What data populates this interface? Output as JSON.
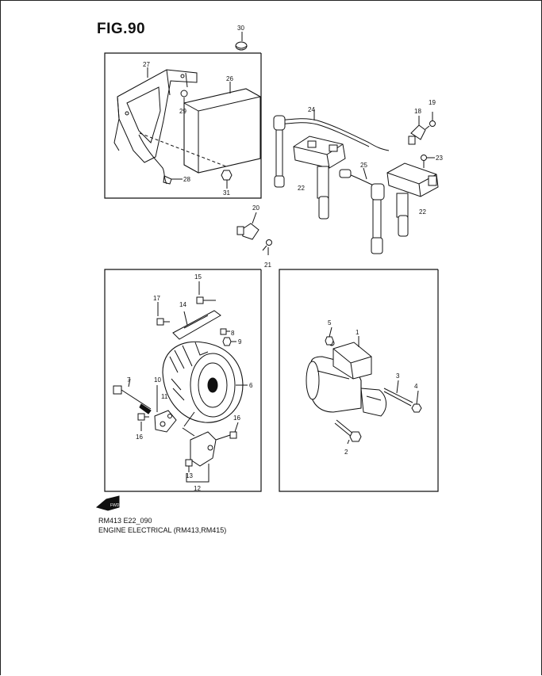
{
  "figure": {
    "title": "FIG.90",
    "model_code": "RM413 E22_090",
    "description": "ENGINE ELECTRICAL (RM413,RM415)",
    "fwd_label": "FWD"
  },
  "callouts": {
    "c1": "1",
    "c2": "2",
    "c3": "3",
    "c4": "4",
    "c5": "5",
    "c6": "6",
    "c7": "7",
    "c8": "8",
    "c9": "9",
    "c10": "10",
    "c11": "11",
    "c12": "12",
    "c13": "13",
    "c14": "14",
    "c15": "15",
    "c16a": "16",
    "c16b": "16",
    "c17": "17",
    "c18": "18",
    "c19": "19",
    "c20": "20",
    "c21": "21",
    "c22a": "22",
    "c22b": "22",
    "c23": "23",
    "c24": "24",
    "c25": "25",
    "c26": "26",
    "c27": "27",
    "c28": "28",
    "c29": "29",
    "c30": "30",
    "c31": "31"
  }
}
